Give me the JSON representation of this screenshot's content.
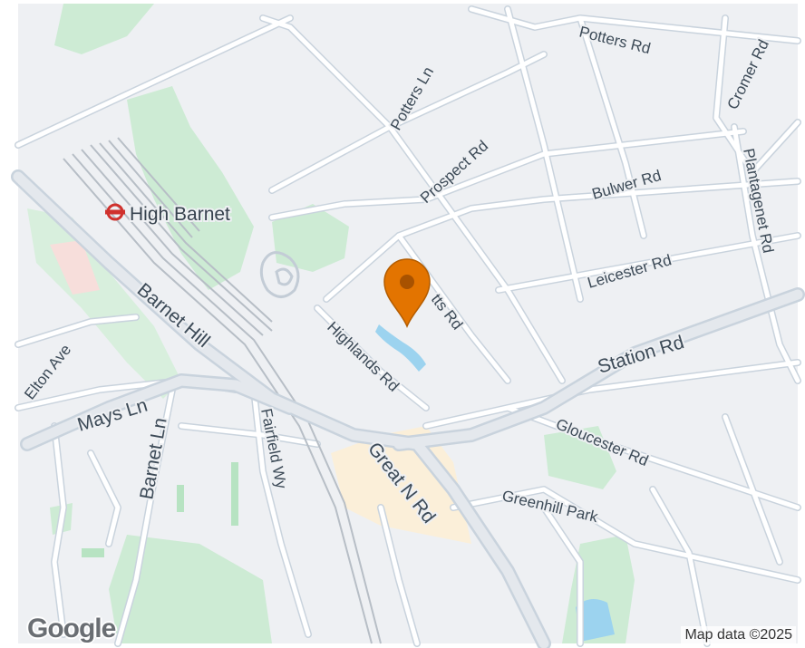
{
  "map": {
    "streets": {
      "potters_rd": "Potters Rd",
      "cromer_rd": "Cromer Rd",
      "potters_ln": "Potters Ln",
      "prospect_rd": "Prospect Rd",
      "bulwer_rd": "Bulwer Rd",
      "plantagenet_rd": "Plantagenet Rd",
      "leicester_rd": "Leicester Rd",
      "tts_rd": "tts Rd",
      "station_rd": "Station Rd",
      "barnet_hill": "Barnet Hill",
      "highlands_rd": "Highlands Rd",
      "elton_ave": "Elton Ave",
      "mays_ln": "Mays Ln",
      "barnet_ln": "Barnet Ln",
      "fairfield_wy": "Fairfield Wy",
      "great_n_rd": "Great N Rd",
      "gloucester_rd": "Gloucester Rd",
      "greenhill_park": "Greenhill Park"
    },
    "station": {
      "name": "High Barnet",
      "icon": "underground-roundel-icon"
    },
    "marker": {
      "icon": "location-pin-icon",
      "color": "#e37400"
    },
    "colors": {
      "land": "#eef0f3",
      "road": "#ffffff",
      "road_casing": "#c9d3dd",
      "park": "#cdebd4",
      "water": "#9cd3ef",
      "rail": "#b7bec6",
      "commercial": "#fbefd9"
    }
  },
  "footer": {
    "logo": "Google",
    "attribution": "Map data ©2025"
  }
}
